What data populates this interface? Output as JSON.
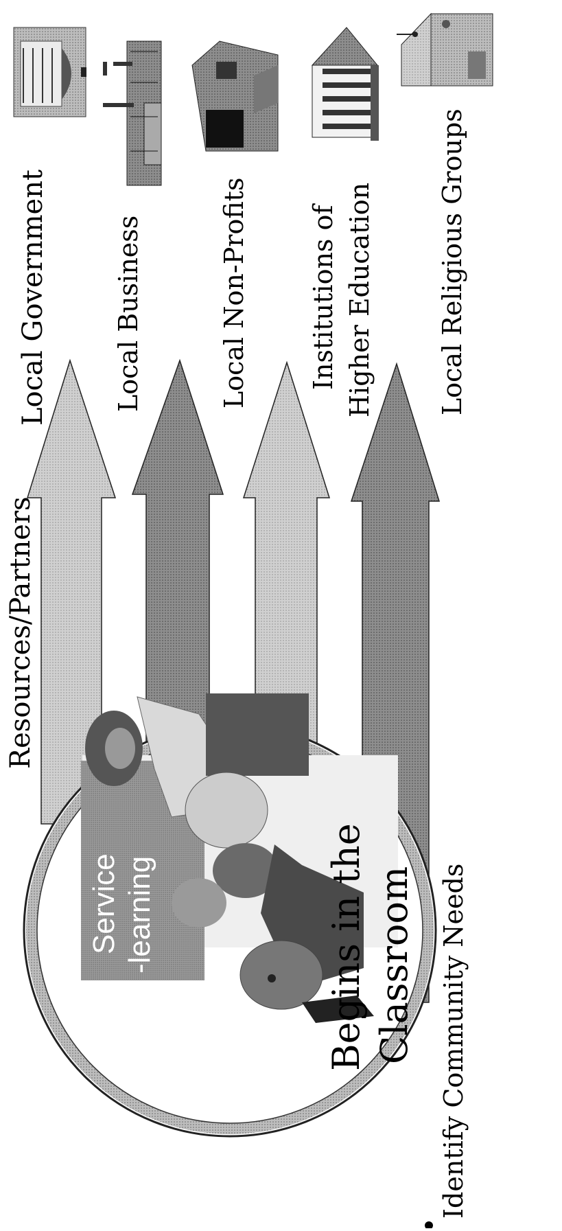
{
  "heading": "Resources/Partners",
  "partners": [
    {
      "label": "Local Government",
      "icon": "capitol-building-icon",
      "arrow_shade": "#c9c9c9"
    },
    {
      "label": "Local Business",
      "icon": "factory-icon",
      "arrow_shade": "#8c8c8c"
    },
    {
      "label": "Local Non-Profits",
      "icon": "house-icon",
      "arrow_shade": "#c9c9c9"
    },
    {
      "label": "Institutions of Higher Education",
      "label_lines": [
        "Institutions of",
        "Higher Education"
      ],
      "icon": "university-columns-icon",
      "arrow_shade": "#8c8c8c"
    },
    {
      "label": "Local Religious Groups",
      "icon": "church-icon",
      "arrow_shade": ""
    }
  ],
  "center": {
    "photo_caption": "Service -learning",
    "photo_caption_lines": [
      "Service",
      "-learning"
    ],
    "title": "Begins in the Classroom",
    "title_lines": [
      "Begins in the",
      "Classroom"
    ]
  },
  "bullets": [
    "Identify Community Needs"
  ]
}
